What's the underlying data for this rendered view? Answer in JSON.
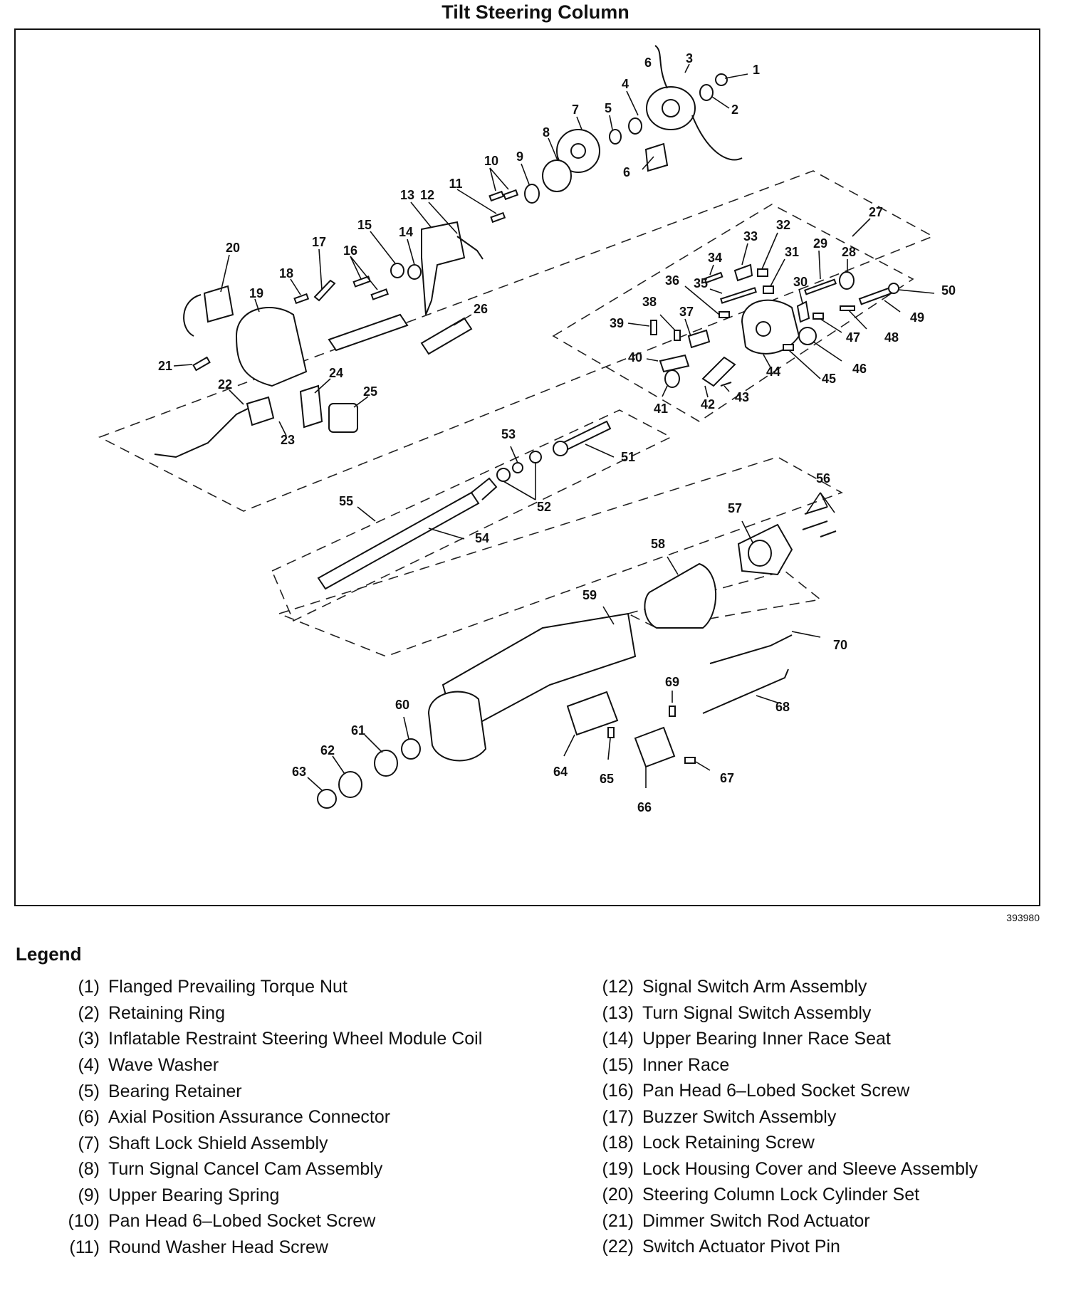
{
  "title": "Tilt Steering Column",
  "figure_id": "393980",
  "legend": {
    "heading": "Legend",
    "left": [
      {
        "num": "(1)",
        "text": "Flanged Prevailing Torque Nut"
      },
      {
        "num": "(2)",
        "text": "Retaining Ring"
      },
      {
        "num": "(3)",
        "text": "Inflatable Restraint Steering Wheel Module Coil"
      },
      {
        "num": "(4)",
        "text": "Wave Washer"
      },
      {
        "num": "(5)",
        "text": "Bearing Retainer"
      },
      {
        "num": "(6)",
        "text": "Axial Position Assurance Connector"
      },
      {
        "num": "(7)",
        "text": "Shaft Lock Shield Assembly"
      },
      {
        "num": "(8)",
        "text": "Turn Signal Cancel Cam Assembly"
      },
      {
        "num": "(9)",
        "text": "Upper Bearing Spring"
      },
      {
        "num": "(10)",
        "text": "Pan Head 6–Lobed Socket Screw"
      },
      {
        "num": "(11)",
        "text": "Round Washer Head Screw"
      }
    ],
    "right": [
      {
        "num": "(12)",
        "text": "Signal Switch Arm Assembly"
      },
      {
        "num": "(13)",
        "text": "Turn Signal Switch Assembly"
      },
      {
        "num": "(14)",
        "text": "Upper Bearing Inner Race Seat"
      },
      {
        "num": "(15)",
        "text": "Inner Race"
      },
      {
        "num": "(16)",
        "text": "Pan Head 6–Lobed Socket Screw"
      },
      {
        "num": "(17)",
        "text": "Buzzer Switch Assembly"
      },
      {
        "num": "(18)",
        "text": "Lock Retaining Screw"
      },
      {
        "num": "(19)",
        "text": "Lock Housing Cover and Sleeve Assembly"
      },
      {
        "num": "(20)",
        "text": "Steering Column Lock Cylinder Set"
      },
      {
        "num": "(21)",
        "text": "Dimmer Switch Rod Actuator"
      },
      {
        "num": "(22)",
        "text": "Switch Actuator Pivot Pin"
      }
    ]
  },
  "callouts": [
    "1",
    "2",
    "3",
    "4",
    "5",
    "6",
    "6",
    "7",
    "8",
    "9",
    "10",
    "11",
    "12",
    "13",
    "14",
    "15",
    "16",
    "17",
    "18",
    "19",
    "20",
    "21",
    "22",
    "23",
    "24",
    "25",
    "26",
    "27",
    "28",
    "29",
    "30",
    "31",
    "32",
    "33",
    "34",
    "35",
    "36",
    "37",
    "38",
    "39",
    "40",
    "41",
    "42",
    "43",
    "44",
    "45",
    "46",
    "47",
    "48",
    "49",
    "50",
    "51",
    "52",
    "53",
    "54",
    "55",
    "56",
    "57",
    "58",
    "59",
    "60",
    "61",
    "62",
    "63",
    "64",
    "65",
    "66",
    "67",
    "68",
    "69",
    "70"
  ]
}
